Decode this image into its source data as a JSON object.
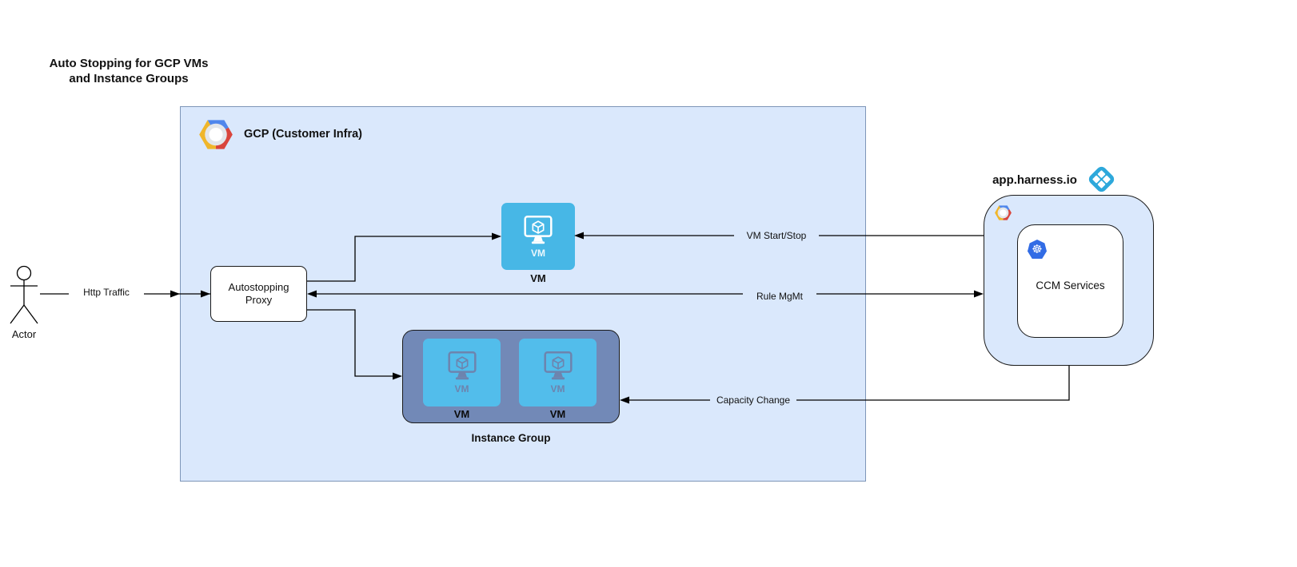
{
  "diagram_title": "Auto Stopping for GCP VMs and Instance Groups",
  "actor": {
    "label": "Actor"
  },
  "edges": {
    "http_traffic": {
      "label": "Http Traffic"
    },
    "vm_start_stop": {
      "label": "VM Start/Stop"
    },
    "rule_mgmt": {
      "label": "Rule MgMt"
    },
    "capacity_change": {
      "label": "Capacity Change"
    }
  },
  "gcp_container": {
    "label": "GCP (Customer Infra)"
  },
  "autostopping_proxy": {
    "label": "Autostopping Proxy"
  },
  "vm_node": {
    "icon_text": "VM",
    "label": "VM"
  },
  "instance_group": {
    "label": "Instance Group",
    "vms": [
      {
        "icon_text": "VM",
        "label": "VM"
      },
      {
        "icon_text": "VM",
        "label": "VM"
      }
    ]
  },
  "harness": {
    "label": "app.harness.io",
    "ccm_services": {
      "label": "CCM Services"
    }
  },
  "icons": {
    "gcp_logo": "gcp-hexagon-logo",
    "harness_logo": "harness-diamond-logo",
    "kubernetes_logo": "kubernetes-helm-icon",
    "vm_monitor": "monitor-with-cube-icon",
    "actor_figure": "uml-actor-stick-figure"
  },
  "colors": {
    "container_fill": "#dae8fc",
    "container_stroke": "#7e96b8",
    "vm_tile_blue": "#47b7e6",
    "instance_group_fill": "#7289b7",
    "instance_group_tile": "#52bdeb",
    "instance_group_glyph": "#6d84ae",
    "kubernetes_blue": "#326ce5",
    "harness_blue": "#2da8db",
    "gcp_blue": "#4285f4",
    "gcp_red": "#db4437",
    "gcp_yellow": "#f4b400"
  }
}
